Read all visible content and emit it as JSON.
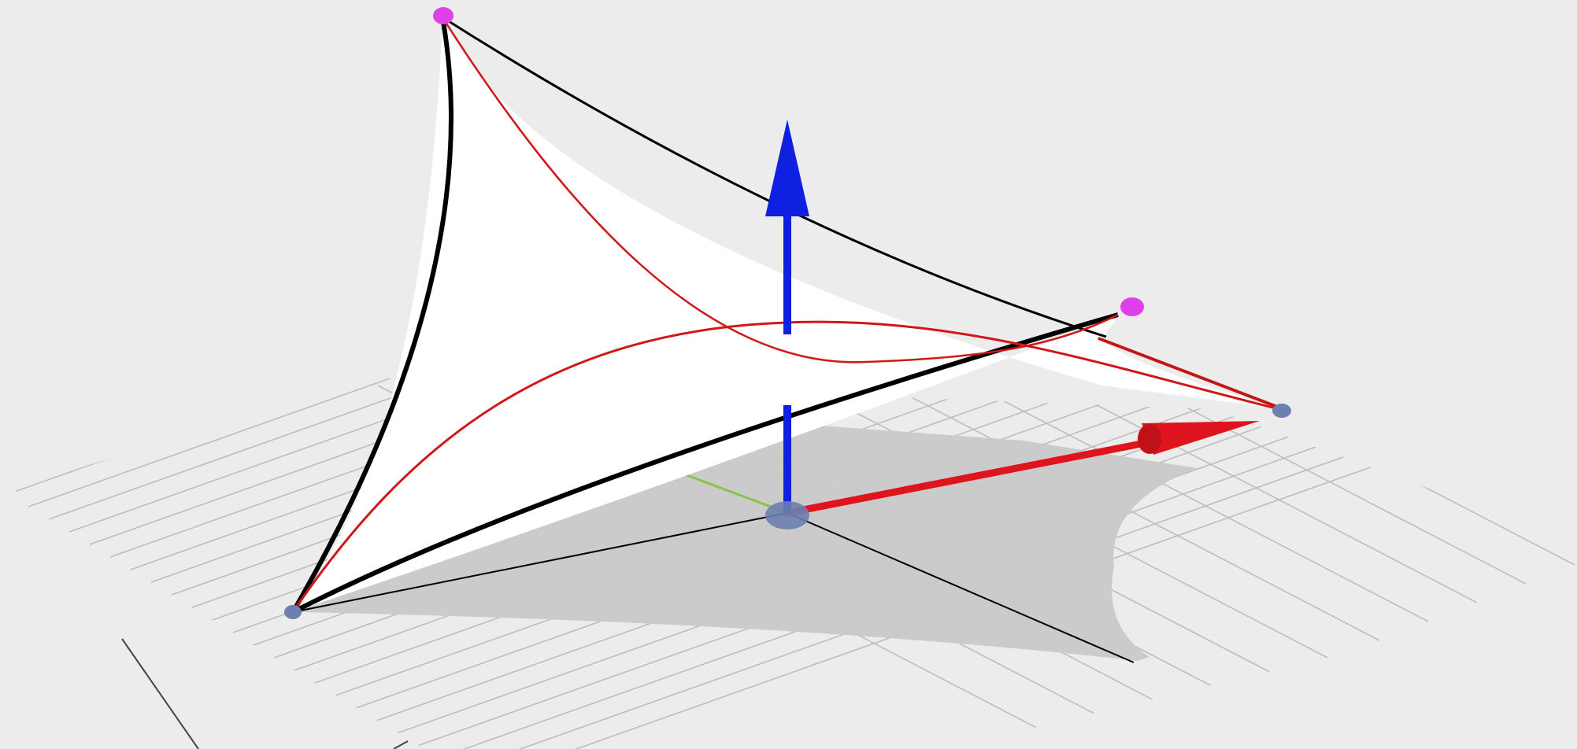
{
  "view": {
    "background_color": "#ececec",
    "grid_color": "#bdbdbd",
    "surface_fill": "#ffffff",
    "shadow_fill": "#c9c9c9",
    "edge_color": "#000000",
    "curve_color": "#d01818",
    "x_axis_color": "#e0141e",
    "y_axis_color": "#8ac34a",
    "z_axis_color": "#1020e0",
    "high_point_color": "#e040e8",
    "ground_point_color": "#6d7fae"
  },
  "objects": {
    "surface": "saddle-surface",
    "axes": [
      "x-axis-arrow",
      "y-axis-segment",
      "z-axis-arrow"
    ],
    "points": [
      "top-left-point",
      "right-high-point",
      "right-ground-point",
      "left-ground-point",
      "origin-point"
    ]
  }
}
